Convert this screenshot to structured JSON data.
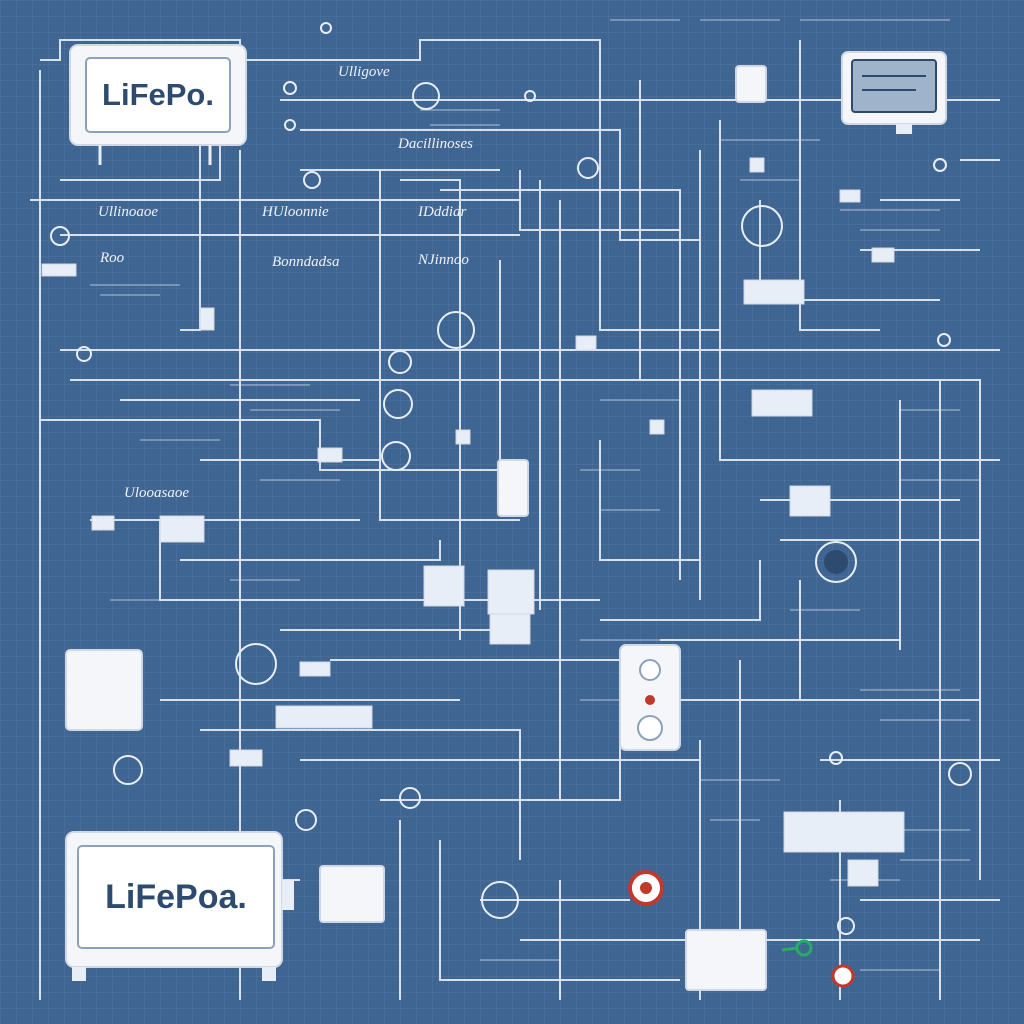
{
  "diagram": {
    "battery_top_label": "LiFePo.",
    "battery_bottom_label": "LiFePoa.",
    "labels": [
      "Ulligove",
      "Dacillinoses",
      "Ullinoaoe",
      "HUloonnie",
      "IDddidr",
      "Bonndadsa",
      "NJinnoo",
      "Roo",
      "Ulooasaoe"
    ]
  },
  "colors": {
    "background": "#3f6592",
    "line": "#e8eef7",
    "component_fill": "#f4f6f9",
    "label_text": "#2d4b6f",
    "accent_red": "#c0392b",
    "accent_green": "#27ae60"
  }
}
